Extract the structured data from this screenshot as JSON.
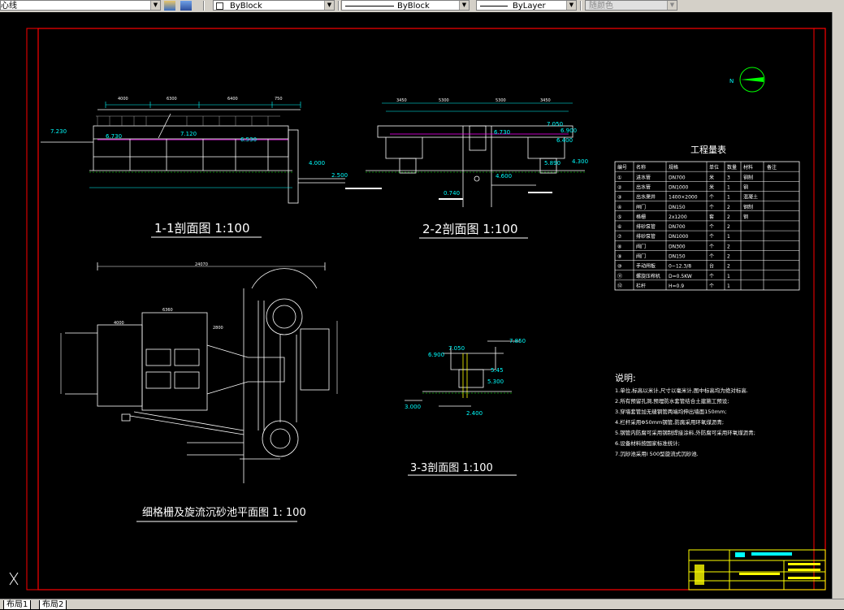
{
  "toolbar": {
    "layer_value": "心线",
    "color_value": "ByBlock",
    "linetype_value": "ByBlock",
    "lineweight_value": "ByLayer",
    "plotstyle_value": "随颜色"
  },
  "drawing": {
    "section_1": {
      "title": "1-1剖面图 1:100",
      "elevations": [
        "7.230",
        "6.730",
        "7.120",
        "6.530",
        "4.000",
        "2.500"
      ],
      "dims_top": [
        "4000",
        "6300",
        "6400",
        "750"
      ]
    },
    "section_2": {
      "title": "2-2剖面图 1:100",
      "elevations": [
        "6.730",
        "7.050",
        "6.900",
        "6.400",
        "4.300",
        "4.600",
        "0.740",
        "5.890"
      ],
      "dims_top": [
        "3450",
        "5300",
        "5300",
        "3450"
      ]
    },
    "section_3": {
      "title": "3-3剖面图 1:100",
      "elevations": [
        "7.850",
        "7.050",
        "6.900",
        "5.45",
        "5.300",
        "3.000",
        "2.400"
      ]
    },
    "plan": {
      "title": "细格栅及旋流沉砂池平面图 1: 100",
      "dims": [
        "24070",
        "6360",
        "4000",
        "2800"
      ]
    },
    "north_label": "N",
    "quantity_table": {
      "title": "工程量表",
      "headers": [
        "编号",
        "名称",
        "规格",
        "单位",
        "数量",
        "材料",
        "备注"
      ],
      "rows": [
        [
          "①",
          "进水管",
          "DN700",
          "米",
          "3",
          "钢制",
          ""
        ],
        [
          "②",
          "出水管",
          "DN1000",
          "米",
          "1",
          "钢",
          ""
        ],
        [
          "③",
          "出水渠井",
          "1400×2000",
          "个",
          "1",
          "混凝土",
          ""
        ],
        [
          "④",
          "闸门",
          "DN150",
          "个",
          "2",
          "钢制",
          ""
        ],
        [
          "⑤",
          "格栅",
          "2x1200",
          "套",
          "2",
          "钢",
          ""
        ],
        [
          "⑥",
          "排砂泵管",
          "DN700",
          "个",
          "2",
          "",
          ""
        ],
        [
          "⑦",
          "排砂泵管",
          "DN1000",
          "个",
          "1",
          "",
          ""
        ],
        [
          "⑧",
          "阀门",
          "DN300",
          "个",
          "2",
          "",
          ""
        ],
        [
          "⑨",
          "阀门",
          "DN150",
          "个",
          "2",
          "",
          ""
        ],
        [
          "⑩",
          "手动闸板",
          "0~12.3/8",
          "台",
          "2",
          "",
          ""
        ],
        [
          "⑪",
          "螺旋压榨机",
          "D=0.5KW",
          "个",
          "1",
          "",
          ""
        ],
        [
          "⑫",
          "栏杆",
          "H=0.9",
          "个",
          "1",
          "",
          ""
        ]
      ]
    },
    "notes": {
      "title": "说明:",
      "items": [
        "1.单位,标高以米计,尺寸以毫米计,图中标高均为绝对标高.",
        "2.所有预留孔洞,预埋防水套管结合土建施工预设;",
        "3.穿墙套管加无缝钢管两端均伸出墙面150mm;",
        "4.栏杆采用Φ50mm钢管,防腐采用环氧煤沥青;",
        "5.钢管内防腐可采用钢制焊接涂料,外防腐可采用环氧煤沥青;",
        "6.设备材料按国家标准统计;",
        "7.沉砂池采用I 500型旋流式沉砂池."
      ]
    }
  },
  "layout_tabs": [
    "布局1",
    "布局2"
  ],
  "colors": {
    "title_text": "#ffffff",
    "border": "#ff0000",
    "dimension": "#00ffff",
    "hatch": "#00ff00",
    "water": "#ff00ff",
    "titleblock": "#ffff00"
  }
}
